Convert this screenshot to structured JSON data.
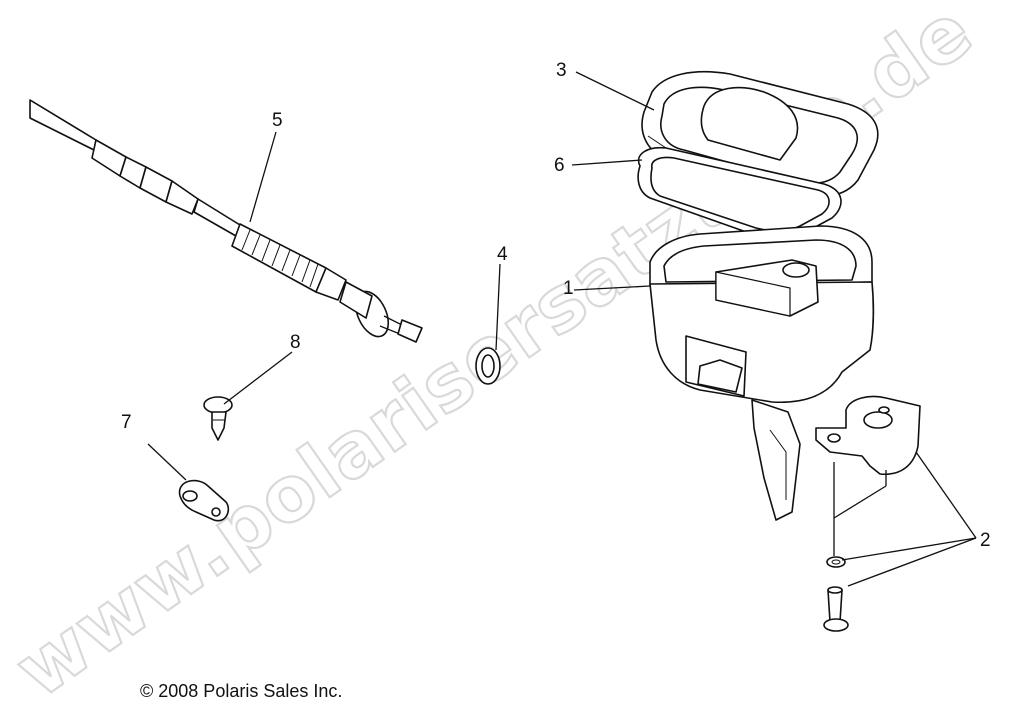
{
  "watermark": "www.polarisersatzteile.de",
  "copyright": "© 2008 Polaris Sales Inc.",
  "callouts": {
    "c1": "1",
    "c2": "2",
    "c3": "3",
    "c4": "4",
    "c5": "5",
    "c6": "6",
    "c7": "7",
    "c8": "8"
  },
  "parts": [
    {
      "callout": "1",
      "icon": "throttle-housing-icon"
    },
    {
      "callout": "2",
      "icon": "clamp-screw-washer-icon"
    },
    {
      "callout": "3",
      "icon": "housing-cover-icon"
    },
    {
      "callout": "4",
      "icon": "o-ring-icon"
    },
    {
      "callout": "5",
      "icon": "throttle-cable-icon"
    },
    {
      "callout": "6",
      "icon": "gasket-icon"
    },
    {
      "callout": "7",
      "icon": "cable-clip-icon"
    },
    {
      "callout": "8",
      "icon": "push-rivet-icon"
    }
  ]
}
